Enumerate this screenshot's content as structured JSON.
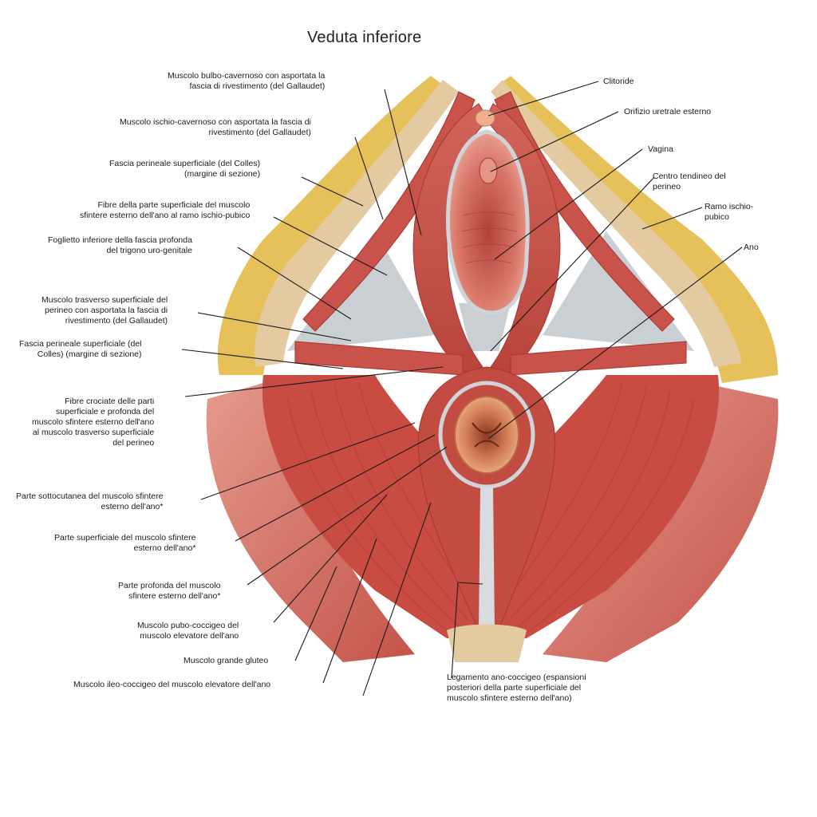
{
  "title": "Veduta inferiore",
  "labels": {
    "bulbo_cavernoso": [
      "Muscolo bulbo-cavernoso con asportata la",
      "fascia di rivestimento (del Gallaudet)"
    ],
    "ischio_cavernoso": [
      "Muscolo ischio-cavernoso con asportata la fascia di",
      "rivestimento (del Gallaudet)"
    ],
    "fascia_perineale_sup_1": [
      "Fascia perineale superficiale (del Colles)",
      "(margine di sezione)"
    ],
    "fibre_sup_sfintere": [
      "Fibre della parte superficiale del muscolo",
      "sfintere esterno dell'ano al ramo ischio-pubico"
    ],
    "foglietto_inferiore": [
      "Foglietto inferiore della fascia profonda",
      "del trigono uro-genitale"
    ],
    "trasverso_superficiale": [
      "Muscolo trasverso superficiale del",
      "perineo con asportata la fascia di",
      "rivestimento (del Gallaudet)"
    ],
    "fascia_perineale_sup_2": [
      "Fascia perineale superficiale (del",
      "Colles) (margine di sezione)"
    ],
    "fibre_crociate": [
      "Fibre crociate delle parti",
      "superficiale e profonda del",
      "muscolo sfintere esterno dell'ano",
      "al muscolo trasverso superficiale",
      "del perineo"
    ],
    "parte_sottocutanea": [
      "Parte sottocutanea del muscolo sfintere",
      "esterno dell'ano*"
    ],
    "parte_superficiale": [
      "Parte superficiale del muscolo sfintere",
      "esterno dell'ano*"
    ],
    "parte_profonda": [
      "Parte profonda del muscolo",
      "sfintere esterno dell'ano*"
    ],
    "pubo_coccigeo": [
      "Muscolo pubo-coccigeo del",
      "muscolo elevatore dell'ano"
    ],
    "grande_gluteo": [
      "Muscolo grande gluteo"
    ],
    "ileo_coccigeo": [
      "Muscolo ileo-coccigeo del muscolo elevatore dell'ano"
    ],
    "clitoride": [
      "Clitoride"
    ],
    "orifizio_uretrale": [
      "Orifizio uretrale esterno"
    ],
    "vagina": [
      "Vagina"
    ],
    "centro_tendineo": [
      "Centro tendineo del",
      "perineo"
    ],
    "ramo_ischio_pubico": [
      "Ramo ischio-",
      "pubico"
    ],
    "ano": [
      "Ano"
    ],
    "legamento_ano_coccigeo": [
      "Legamento ano-coccigeo (espansioni",
      "posteriori della parte superficiale del",
      "muscolo sfintere esterno dell'ano)"
    ]
  },
  "colors": {
    "muscle": "#c9524a",
    "muscle_dark": "#a8352f",
    "muscle_light": "#e08a7c",
    "fat": "#e6c15a",
    "fascia": "#c9cfd3",
    "bone": "#e3caa0",
    "leader": "#1a1a1a"
  }
}
